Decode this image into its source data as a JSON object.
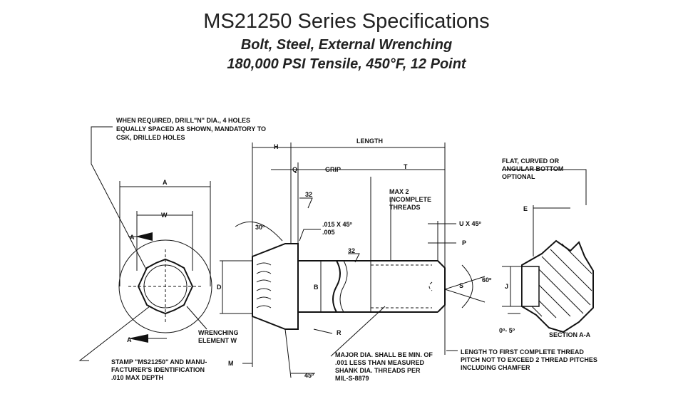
{
  "header": {
    "title": "MS21250 Series Specifications",
    "subtitle1": "Bolt, Steel, External Wrenching",
    "subtitle2": "180,000 PSI Tensile, 450°F, 12 Point"
  },
  "callouts": {
    "drill_note": [
      "WHEN REQUIRED, DRILL\"N\" DIA., 4 HOLES",
      "EQUALLY SPACED AS SHOWN, MANDATORY TO",
      "CSK, DRILLED HOLES"
    ],
    "stamp_note": [
      "STAMP \"MS21250\" AND MANU-",
      "FACTURER'S IDENTIFICATION",
      ".010 MAX DEPTH"
    ],
    "wrenching": [
      "WRENCHING",
      "ELEMENT W"
    ],
    "chamfer_top": [
      ".015 X 45º",
      ".005"
    ],
    "max_threads": [
      "MAX 2",
      "INCOMPLETE",
      "THREADS"
    ],
    "major_dia": [
      "MAJOR DIA. SHALL BE MIN. OF",
      ".001 LESS THAN MEASURED",
      "SHANK DIA. THREADS PER",
      "MIL-S-8879"
    ],
    "thread_length": [
      "LENGTH TO FIRST COMPLETE THREAD",
      "PITCH NOT TO EXCEED 2 THREAD PITCHES",
      "INCLUDING CHAMFER"
    ],
    "flat_bottom": [
      "FLAT, CURVED OR",
      "ANGULAR BOTTOM",
      "OPTIONAL"
    ],
    "section": "SECTION A-A"
  },
  "dims": {
    "A": "A",
    "W": "W",
    "D": "D",
    "B": "B",
    "H": "H",
    "Q": "Q",
    "GRIP": "GRIP",
    "T": "T",
    "LENGTH": "LENGTH",
    "U": "U X 45º",
    "P": "P",
    "S": "S",
    "J": "J",
    "E": "E",
    "R": "R",
    "M": "M",
    "angle30": "30º",
    "angle45": "45º",
    "angle60": "60º",
    "angle05": "0º- 5º",
    "finish1": "32",
    "finish2": "32",
    "section_a_top": "A",
    "section_a_bottom": "A"
  }
}
